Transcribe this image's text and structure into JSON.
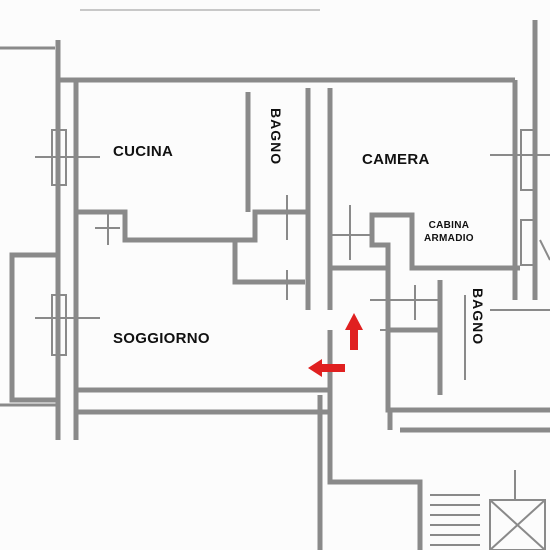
{
  "plan": {
    "rooms": {
      "cucina": "CUCINA",
      "bagno_1": "BAGNO",
      "camera": "CAMERA",
      "cabina_line1": "CABINA",
      "cabina_line2": "ARMADIO",
      "soggiorno": "SOGGIORNO",
      "bagno_2": "BAGNO"
    },
    "colors": {
      "wall": "#8a8a8a",
      "wall_light": "#c8c8c8",
      "arrow": "#e02020",
      "text": "#111111"
    },
    "icons": [
      "entrance-arrow-up-icon",
      "entrance-arrow-left-icon"
    ]
  }
}
